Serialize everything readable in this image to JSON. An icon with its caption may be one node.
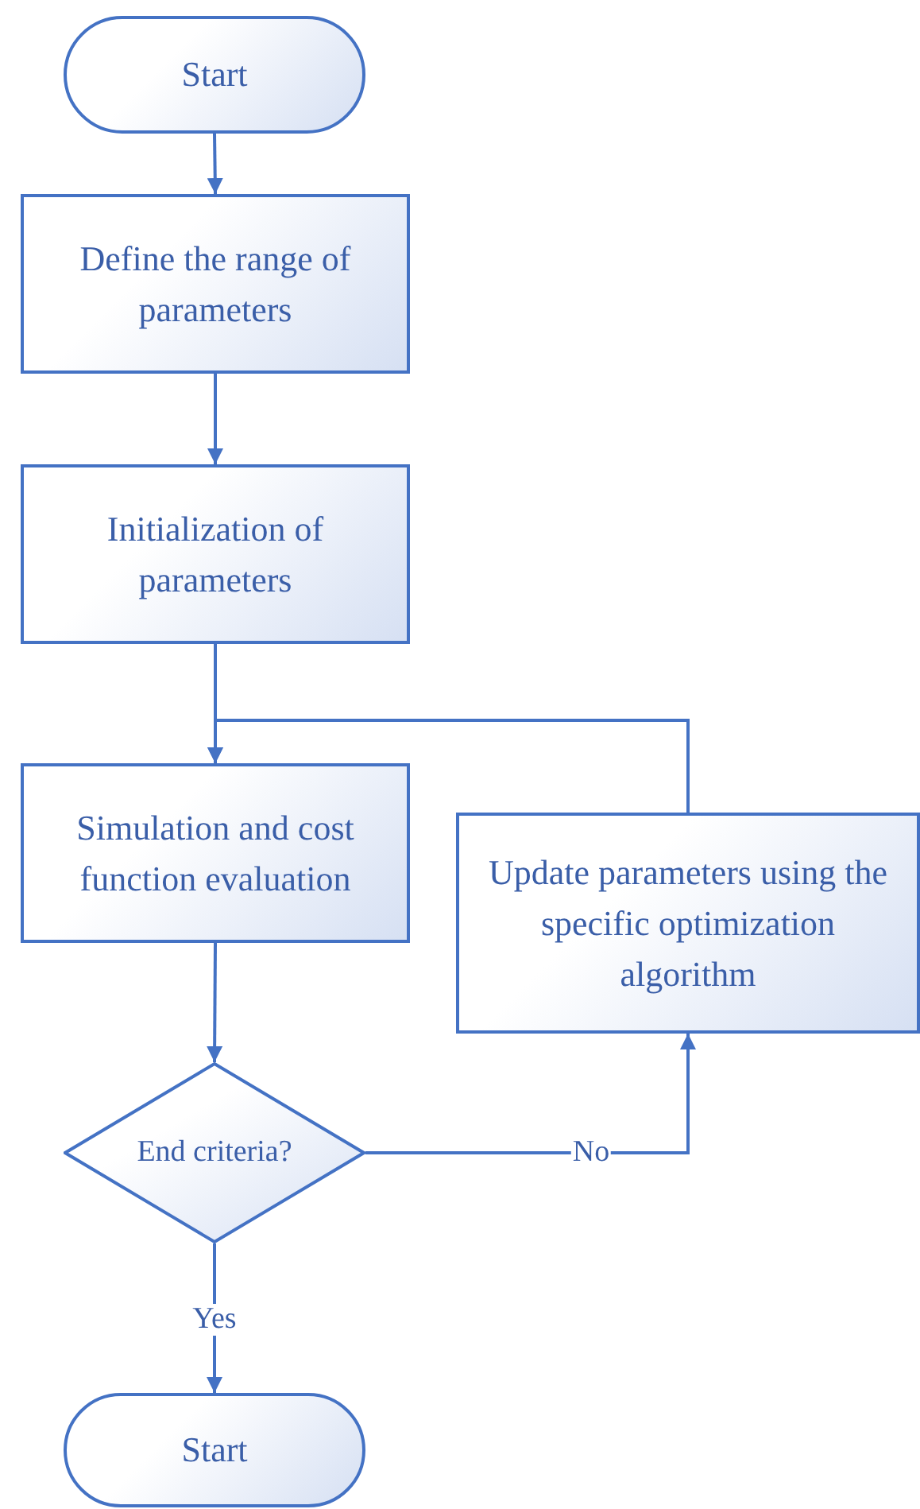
{
  "diagram": {
    "nodes": [
      {
        "text": [
          "Start"
        ]
      },
      {
        "text": [
          "Define the range of parameters"
        ]
      },
      {
        "text": [
          "Initialization of parameters"
        ]
      },
      {
        "text": [
          "Simulation and cost function evaluation"
        ]
      },
      {
        "text": [
          "Update parameters using the specific optimization algorithm"
        ]
      },
      {
        "text": [
          "End criteria?"
        ]
      },
      {
        "text": [
          "Start"
        ]
      }
    ],
    "edges": [
      {
        "from": 0,
        "to": 1,
        "arrow": "to"
      },
      {
        "from": 1,
        "to": 2,
        "arrow": "to"
      },
      {
        "from": 2,
        "to": 3,
        "arrow": "to"
      },
      {
        "from": 3,
        "to": 5,
        "arrow": "to"
      },
      {
        "from": 5,
        "to": 6,
        "label": "Yes",
        "arrow": "to"
      },
      {
        "from": 5,
        "to": 4,
        "label": "No",
        "arrow": "to"
      },
      {
        "from": 4,
        "to": 3,
        "arrow": "to"
      }
    ]
  }
}
